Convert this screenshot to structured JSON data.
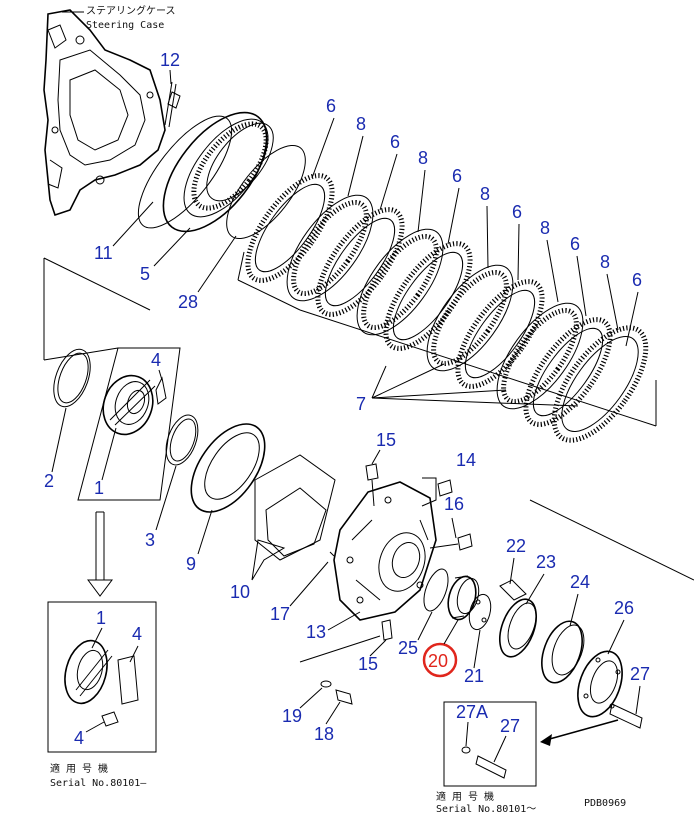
{
  "header": {
    "case_label_jp": "ステアリングケース",
    "case_label_en": "Steering Case"
  },
  "callouts": {
    "c12": "12",
    "c11": "11",
    "c5": "5",
    "c28": "28",
    "c6a": "6",
    "c8a": "8",
    "c6b": "6",
    "c8b": "8",
    "c6c": "6",
    "c8c": "8",
    "c6d": "6",
    "c8d": "8",
    "c6e": "6",
    "c8e": "8",
    "c6f": "6",
    "c7": "7",
    "c4": "4",
    "c2": "2",
    "c1": "1",
    "c3": "3",
    "c9": "9",
    "c10": "10",
    "c15a": "15",
    "c14": "14",
    "c16": "16",
    "c17": "17",
    "c13": "13",
    "c15b": "15",
    "c22": "22",
    "c23": "23",
    "c24": "24",
    "c26": "26",
    "c27": "27",
    "c25": "25",
    "c20": "20",
    "c21": "21",
    "c19": "19",
    "c18": "18",
    "c27a": "27A",
    "c27b": "27",
    "inset_c1": "1",
    "inset_c4a": "4",
    "inset_c4b": "4"
  },
  "highlight": {
    "part": "20",
    "color": "#e0261c"
  },
  "inset_left": {
    "label_jp": "適 用 号 機",
    "label_serial": "Serial No.80101—"
  },
  "inset_right": {
    "label_jp": "適 用 号 機",
    "label_serial": "Serial No.80101〜"
  },
  "drawing_code": "PDB0969",
  "colors": {
    "callout": "#1a2bb0",
    "line": "#000000"
  }
}
